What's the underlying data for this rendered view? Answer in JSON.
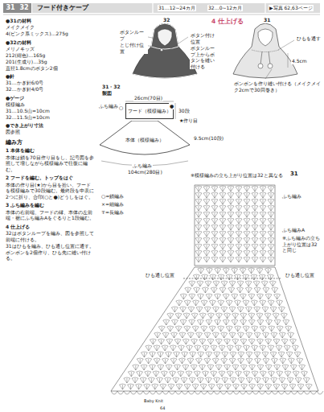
{
  "diagram": {
    "title": "フード付きケープ",
    "nodes": [
      {
        "text": [
          "31"
        ]
      },
      {
        "text": [
          "32"
        ]
      },
      {
        "text": [
          "フード（模様編み）"
        ]
      },
      {
        "text": [
          "本体（模様編み）"
        ]
      }
    ],
    "labels": [
      "31…12~24カ月",
      "32…0~12カ月",
      "▶写真 62,63ページ",
      "●31の材料",
      "メイクメイク",
      "4(ピンク系ミックス)…275g",
      "●32の材料",
      "メリノキッズ",
      "212(紺色)…165g",
      "201(生成り)…35g",
      "直径1.8cmのボタン2個",
      "●針",
      "31…かぎ針6/0号",
      "32…かぎ針4/0号",
      "●ゲージ",
      "模様編み",
      "31…10.5山=10cm",
      "32…11.5山=10cm",
      "●でき上がり寸法",
      "図参照",
      "編み方",
      "1 本体を編む",
      "本体は鎖を70目作り目をし、記号図を参照して増しながら模様編みで往復に編む。",
      "2 フードを編む。トップをはぐ",
      "本体の作り目(★)から目を拾い、フードを模様編みで30段編む。最終段を中表に2つに折り、合印(○と●)どうしをはぐ。",
      "3 ふち編みを編む",
      "本体の右前端、フードの縁、本体の左前端・裾にふち編みAをぐるりと1段編む。",
      "4 仕上げる",
      "32はボタンループを編み、図を参照して前端に付ける。",
      "31はひもを編み、ひも通し位置に通す。ボンボンを2個作り、ひも先に縫い付ける。",
      "4 仕上げる",
      "32",
      "31",
      "ボタンループ",
      "とじ付け位置",
      "ボタン付け位置",
      "ボタンループ上からボタンを縫い付ける",
      "ひもを通す",
      "4.5cm",
      "ボンボンを作り縫い付ける（メイクメイク2cmで30回巻き）",
      "31・32",
      "製図",
      "26cm(70目)",
      "30段",
      "★作り目",
      "ふち編みA",
      "9.5cm(10段)",
      "ふち編み",
      "104cm(280目)",
      "○",
      "●",
      "○=鎖編み",
      "×=細編み",
      "∓=長編み",
      "31",
      "※模様編みの立ち上がり位置は32と異なる",
      "ふち編み",
      "ひも通し位置",
      "ふち編みA",
      "※ふち編みの立ち上がり位置は32と同じ",
      "ひも通し位置",
      "Baby Knit",
      "64"
    ]
  }
}
